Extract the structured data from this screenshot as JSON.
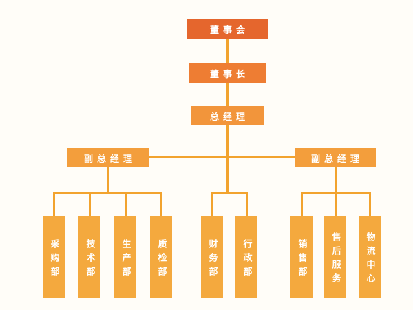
{
  "colors": {
    "background": "#FFFDF8",
    "level1_box": "#E5662D",
    "level2_box": "#EE7D33",
    "level3_box": "#F2953B",
    "level4_box": "#F39E3C",
    "department_box": "#F4A93E",
    "connector_line": "#F2A32E",
    "text": "#FFFFFF"
  },
  "org_chart": {
    "board": {
      "label": "董事会"
    },
    "chairman": {
      "label": "董事长"
    },
    "general_manager": {
      "label": "总经理"
    },
    "deputy_left": {
      "label": "副总经理"
    },
    "deputy_right": {
      "label": "副总经理"
    },
    "groups": [
      {
        "parent": "deputy_left",
        "departments": [
          "采购部",
          "技术部",
          "生产部",
          "质检部"
        ]
      },
      {
        "parent": "general_manager",
        "departments": [
          "财务部",
          "行政部"
        ]
      },
      {
        "parent": "deputy_right",
        "departments": [
          "销售部",
          "售后服务",
          "物流中心"
        ]
      }
    ]
  }
}
